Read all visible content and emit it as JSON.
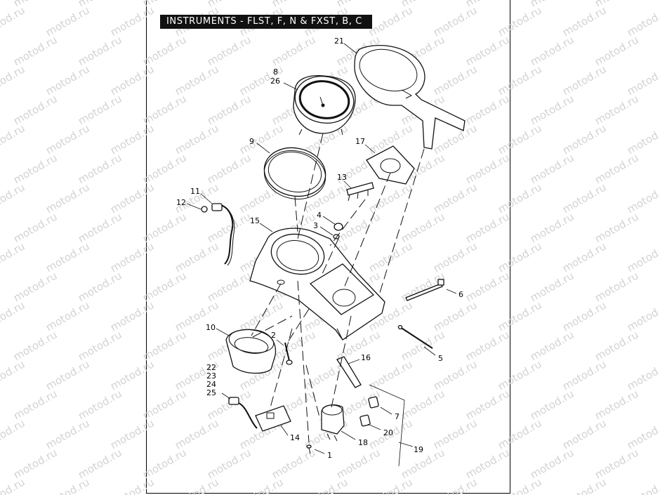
{
  "title": "INSTRUMENTS - FLST, F, N & FXST, B, C",
  "watermark": "motod.ru",
  "callouts": {
    "c1": "1",
    "c2": "2",
    "c3": "3",
    "c4": "4",
    "c5": "5",
    "c6": "6",
    "c7": "7",
    "c8": "8",
    "c9": "9",
    "c10": "10",
    "c11": "11",
    "c12": "12",
    "c13": "13",
    "c14": "14",
    "c15": "15",
    "c16": "16",
    "c17": "17",
    "c18": "18",
    "c19": "19",
    "c20": "20",
    "c21": "21",
    "c22": "22",
    "c23": "23",
    "c24": "24",
    "c25": "25",
    "c26": "26"
  }
}
